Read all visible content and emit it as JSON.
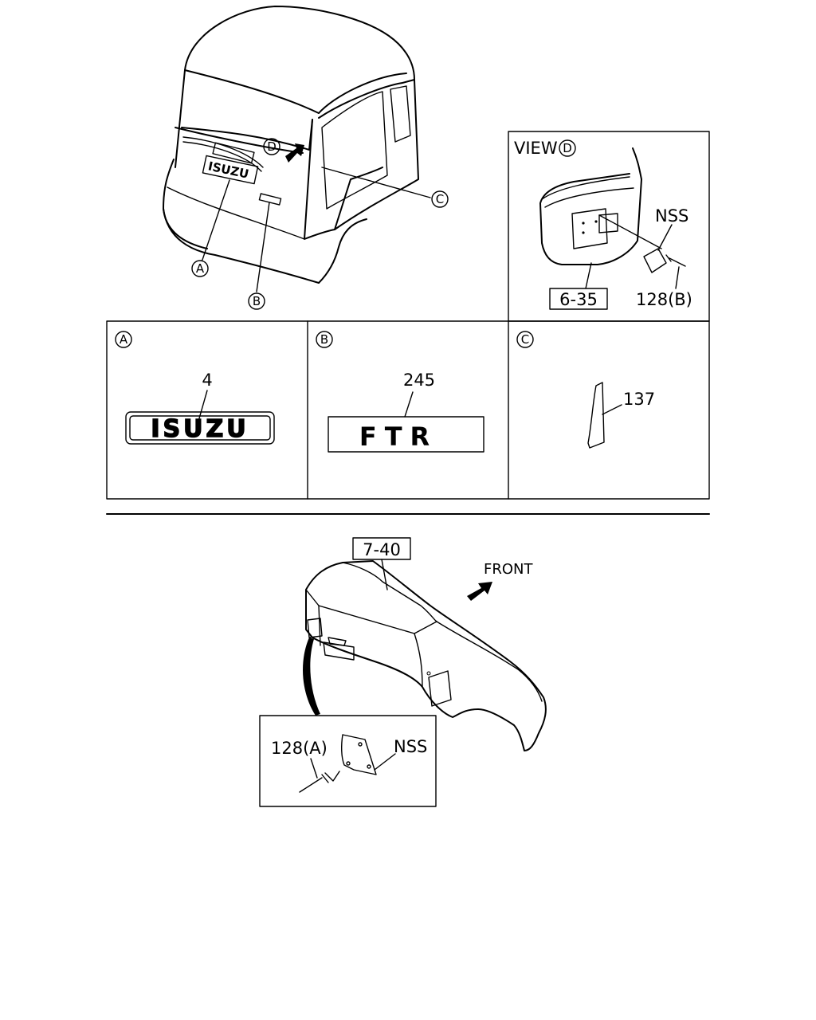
{
  "view_d": {
    "title": "VIEW",
    "title_ref": "D",
    "part_nss": "NSS",
    "ref_box": "6-35",
    "part_rivet": "128(B)"
  },
  "callouts": {
    "a": "A",
    "b": "B",
    "c": "C",
    "d": "D"
  },
  "panel_a": {
    "ref": "A",
    "part": "4",
    "emblem_text": "ISUZU"
  },
  "panel_b": {
    "ref": "B",
    "part": "245",
    "emblem_text": "FTR"
  },
  "panel_c": {
    "ref": "C",
    "part": "137"
  },
  "dashboard": {
    "ref_box": "7-40",
    "front_label": "FRONT",
    "part_rivet": "128(A)",
    "part_nss": "NSS"
  }
}
